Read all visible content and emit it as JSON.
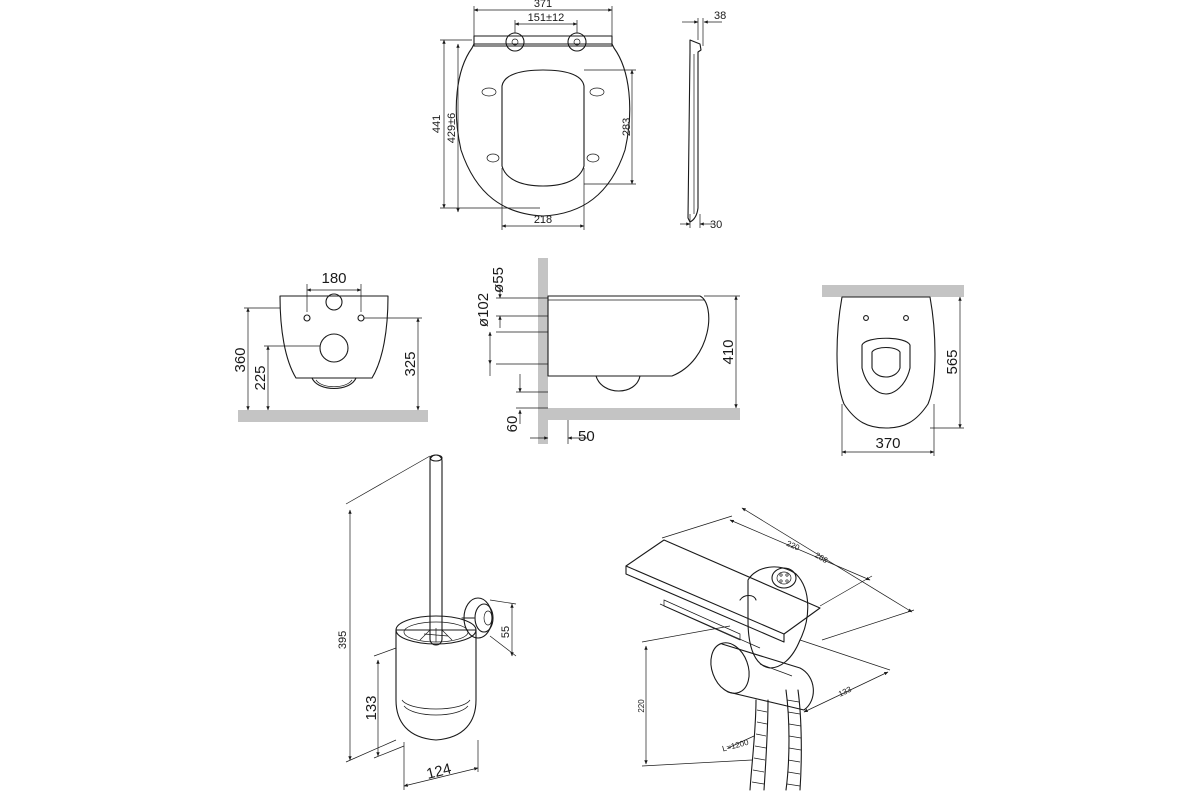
{
  "seat_front": {
    "width": "371",
    "hinge_spacing": "151±12",
    "length": "441",
    "length_adj": "429±6",
    "opening": "283",
    "opening_width": "218"
  },
  "seat_side": {
    "top_thickness": "38",
    "bottom_thickness": "30"
  },
  "bowl_back": {
    "bolt_spacing": "180",
    "height_total": "360",
    "drain_height": "225",
    "bolt_height": "325"
  },
  "bowl_side": {
    "bolt_dia": "ø55",
    "drain_dia": "ø102",
    "height": "410",
    "floor_gap": "60",
    "wall_gap": "50"
  },
  "bowl_top": {
    "length": "565",
    "width": "370"
  },
  "brush": {
    "height": "395",
    "wall_dia": "55",
    "cup_height": "133",
    "cup_width": "124"
  },
  "hygienic_shower": {
    "length_a": "220",
    "length_b": "268",
    "height": "220",
    "depth": "133",
    "hose": "L=1200"
  }
}
